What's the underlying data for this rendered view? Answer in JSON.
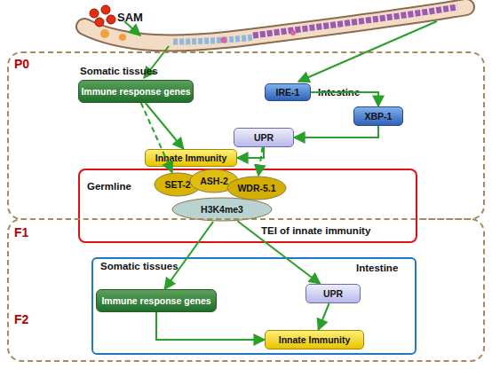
{
  "diagram": {
    "nodes": [
      {
        "text": [
          "P0",
          "Somatic tissues",
          "Intestine"
        ]
      },
      {
        "text": [
          "Immune response genes"
        ],
        "in": 0
      },
      {
        "text": [
          "IRE-1"
        ],
        "in": 0
      },
      {
        "text": [
          "XBP-1"
        ],
        "in": 0
      },
      {
        "text": [
          "UPR"
        ],
        "in": 0
      },
      {
        "text": [
          "Innate Immunity"
        ],
        "in": 0
      },
      {
        "text": [
          "Germline",
          "TEI of innate immunity"
        ]
      },
      {
        "text": [
          "SET-2"
        ],
        "in": 6
      },
      {
        "text": [
          "ASH-2"
        ],
        "in": 6
      },
      {
        "text": [
          "WDR-5.1"
        ],
        "in": 6
      },
      {
        "text": [
          "H3K4me3"
        ],
        "in": 6
      },
      {
        "text": [
          "F1",
          "F2"
        ]
      },
      {
        "text": [
          "Somatic tissues",
          "Intestine"
        ],
        "in": 11
      },
      {
        "text": [
          "Immune response genes"
        ],
        "in": 12
      },
      {
        "text": [
          "UPR"
        ],
        "in": 12
      },
      {
        "text": [
          "Innate Immunity"
        ],
        "in": 12
      }
    ],
    "edges": [
      {
        "from": 1,
        "to": 5,
        "arrow": "to"
      },
      {
        "from": 2,
        "to": 3,
        "arrow": "to"
      },
      {
        "from": 3,
        "to": 4,
        "arrow": "to"
      },
      {
        "from": 4,
        "to": 5,
        "arrow": "to"
      },
      {
        "from": 1,
        "to": 7,
        "arrow": "to"
      },
      {
        "from": 4,
        "to": 9,
        "arrow": "to"
      },
      {
        "from": 10,
        "to": 13,
        "arrow": "to"
      },
      {
        "from": 10,
        "to": 14,
        "arrow": "to"
      },
      {
        "from": 13,
        "to": 15,
        "arrow": "to"
      },
      {
        "from": 14,
        "to": 15,
        "arrow": "to"
      }
    ],
    "labels": [
      "SAM"
    ]
  }
}
